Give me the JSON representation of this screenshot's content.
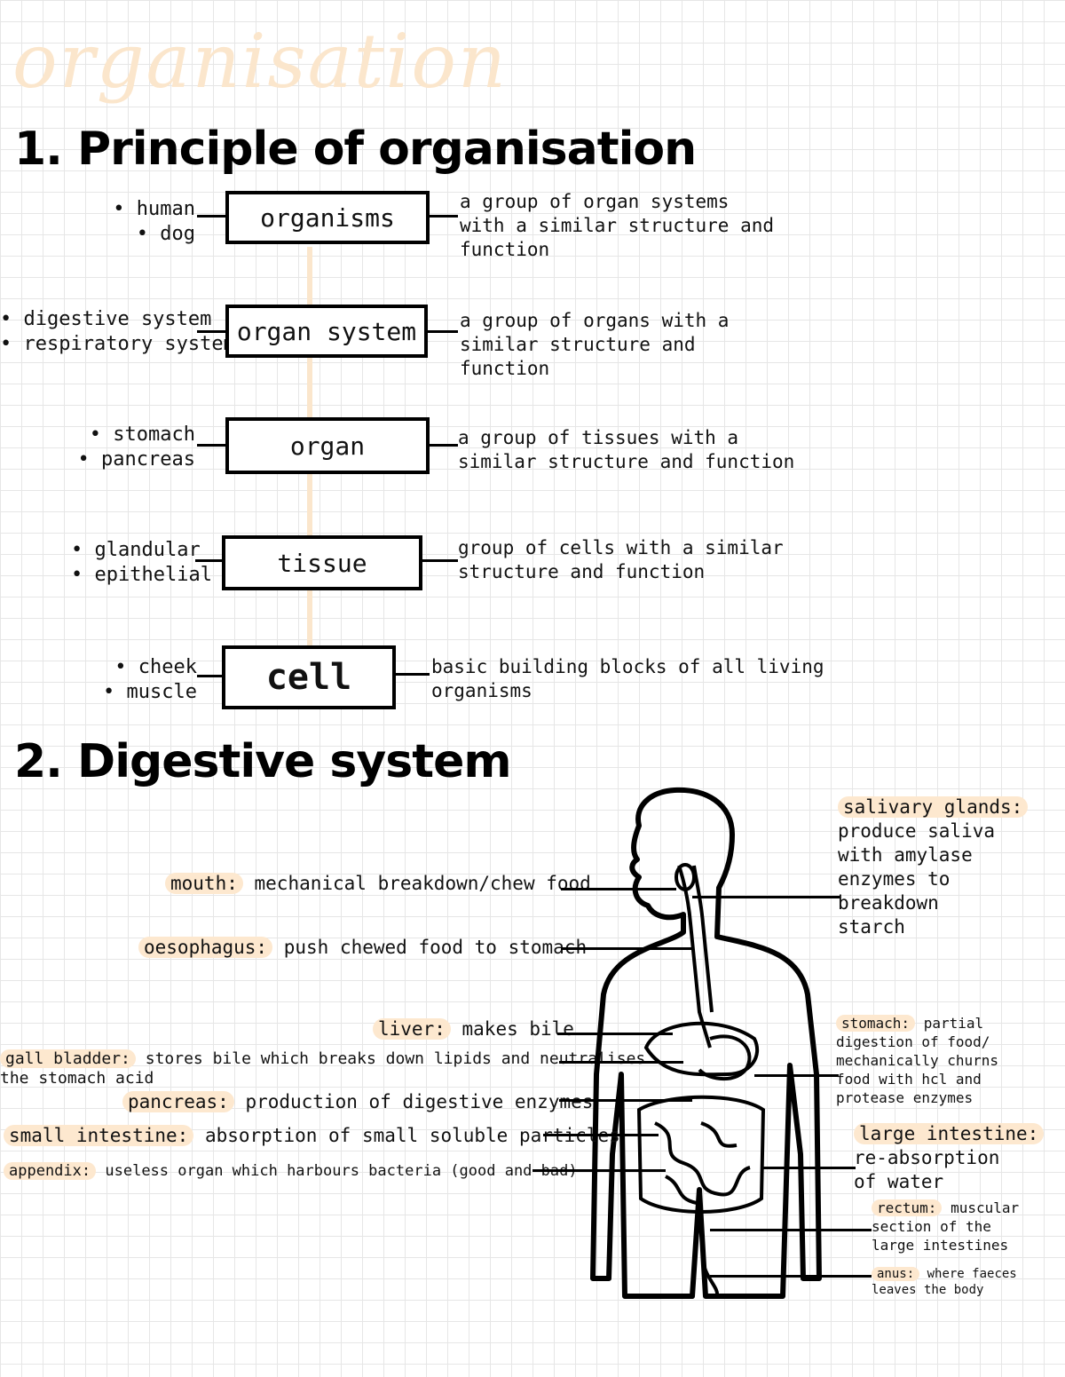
{
  "page_title": "organisation",
  "section1": {
    "heading": "1. Principle of organisation",
    "levels": [
      {
        "name": "organisms",
        "examples": [
          "• human",
          "• dog"
        ],
        "description": [
          "a group of organ systems",
          "with a similar structure and",
          "function"
        ]
      },
      {
        "name": "organ system",
        "examples": [
          "• digestive system",
          "• respiratory system"
        ],
        "description": [
          "a group of organs with a",
          "similar structure and",
          "function"
        ]
      },
      {
        "name": "organ",
        "examples": [
          "• stomach",
          "• pancreas"
        ],
        "description": [
          "a group of tissues with a",
          "similar structure and function"
        ]
      },
      {
        "name": "tissue",
        "examples": [
          "• glandular",
          "• epithelial"
        ],
        "description": [
          "group of cells with a similar",
          "structure and function"
        ]
      },
      {
        "name": "cell",
        "examples": [
          "• cheek",
          "• muscle"
        ],
        "description": [
          "basic building blocks of all living",
          "organisms"
        ]
      }
    ]
  },
  "section2": {
    "heading": "2. Digestive system",
    "left_labels": [
      {
        "term": "mouth:",
        "text": "mechanical breakdown/chew food"
      },
      {
        "term": "oesophagus:",
        "text": "push chewed food to stomach"
      },
      {
        "term": "liver:",
        "text": "makes bile"
      },
      {
        "term": "gall bladder:",
        "text": "stores bile which breaks down lipids and neutralises",
        "text2": "the stomach acid"
      },
      {
        "term": "pancreas:",
        "text": "production of digestive enzymes"
      },
      {
        "term": "small intestine:",
        "text": "absorption of small soluble particles"
      },
      {
        "term": "appendix:",
        "text": "useless organ which harbours bacteria (good and bad)"
      }
    ],
    "right_labels": {
      "salivary": {
        "term": "salivary glands:",
        "lines": [
          "produce saliva",
          "with amylase",
          "enzymes to",
          "breakdown",
          "starch"
        ]
      },
      "stomach": {
        "term": "stomach:",
        "lines": [
          "partial",
          "digestion of food/",
          "mechanically churns",
          "food with hcl and",
          "protease enzymes"
        ]
      },
      "large_intestine": {
        "term": "large intestine:",
        "lines": [
          "re-absorption",
          "of water"
        ]
      },
      "rectum": {
        "term": "rectum:",
        "lines": [
          "muscular",
          "section of the",
          "large intestines"
        ]
      },
      "anus": {
        "term": "anus:",
        "lines": [
          "where faeces",
          "leaves the body"
        ]
      }
    }
  }
}
